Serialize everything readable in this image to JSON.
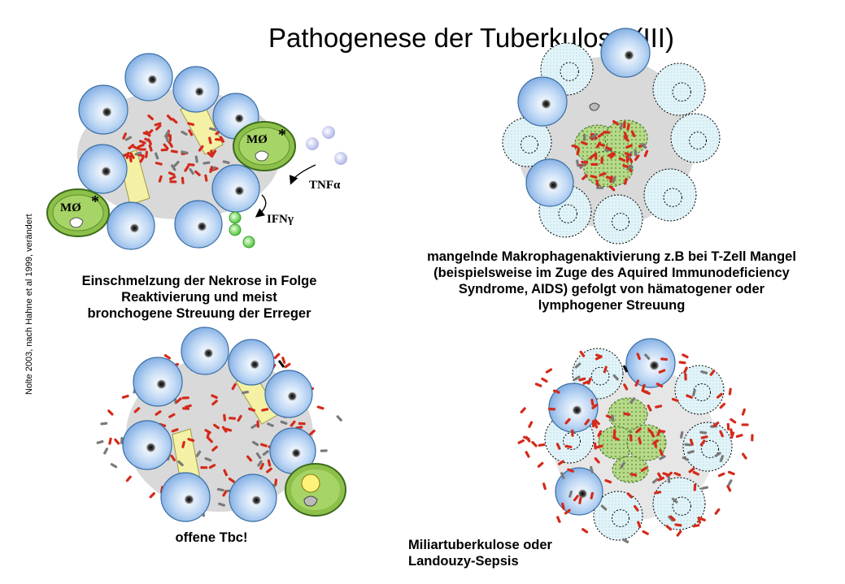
{
  "title": "Pathogenese der Tuberkulose (III)",
  "source_note": "Nolte 2003, nach Hahne et al 1999, verändert",
  "panel_top_left": {
    "caption": [
      "Einschmelzung der Nekrose in Folge",
      "Reaktivierung und meist",
      "bronchogene Streuung der Erreger"
    ],
    "macrophage_label": "MØ",
    "macrophage_mark": "*",
    "tnf_label": "TNFα",
    "ifn_label": "IFNγ"
  },
  "panel_top_right": {
    "caption": [
      "mangelnde Makrophagenaktivierung z.B bei T-Zell Mangel",
      "(beispielsweise im Zuge des Aquired Immunodeficiency",
      "Syndrome, AIDS) gefolgt von hämatogener oder",
      "lymphogener Streuung"
    ]
  },
  "panel_bottom_left": {
    "caption": [
      "offene Tbc!"
    ]
  },
  "panel_bottom_right": {
    "caption": [
      "Miliartuberkulose oder",
      "Landouzy-Sepsis"
    ]
  },
  "colors": {
    "lymphocyte_fill": "#a9c9ef",
    "lymphocyte_stroke": "#3a6ea5",
    "ghost_fill": "#dff1f7",
    "macrophage_fill": "#8dc04a",
    "macrophage_stroke": "#3d6b1d",
    "bacteria": "#d42a1a",
    "epithelioid": "#f4f0a0",
    "necrosis": "#d8d8d8",
    "cytokine_tnf": "#c3c8ee",
    "cytokine_ifn": "#7fd96a"
  }
}
